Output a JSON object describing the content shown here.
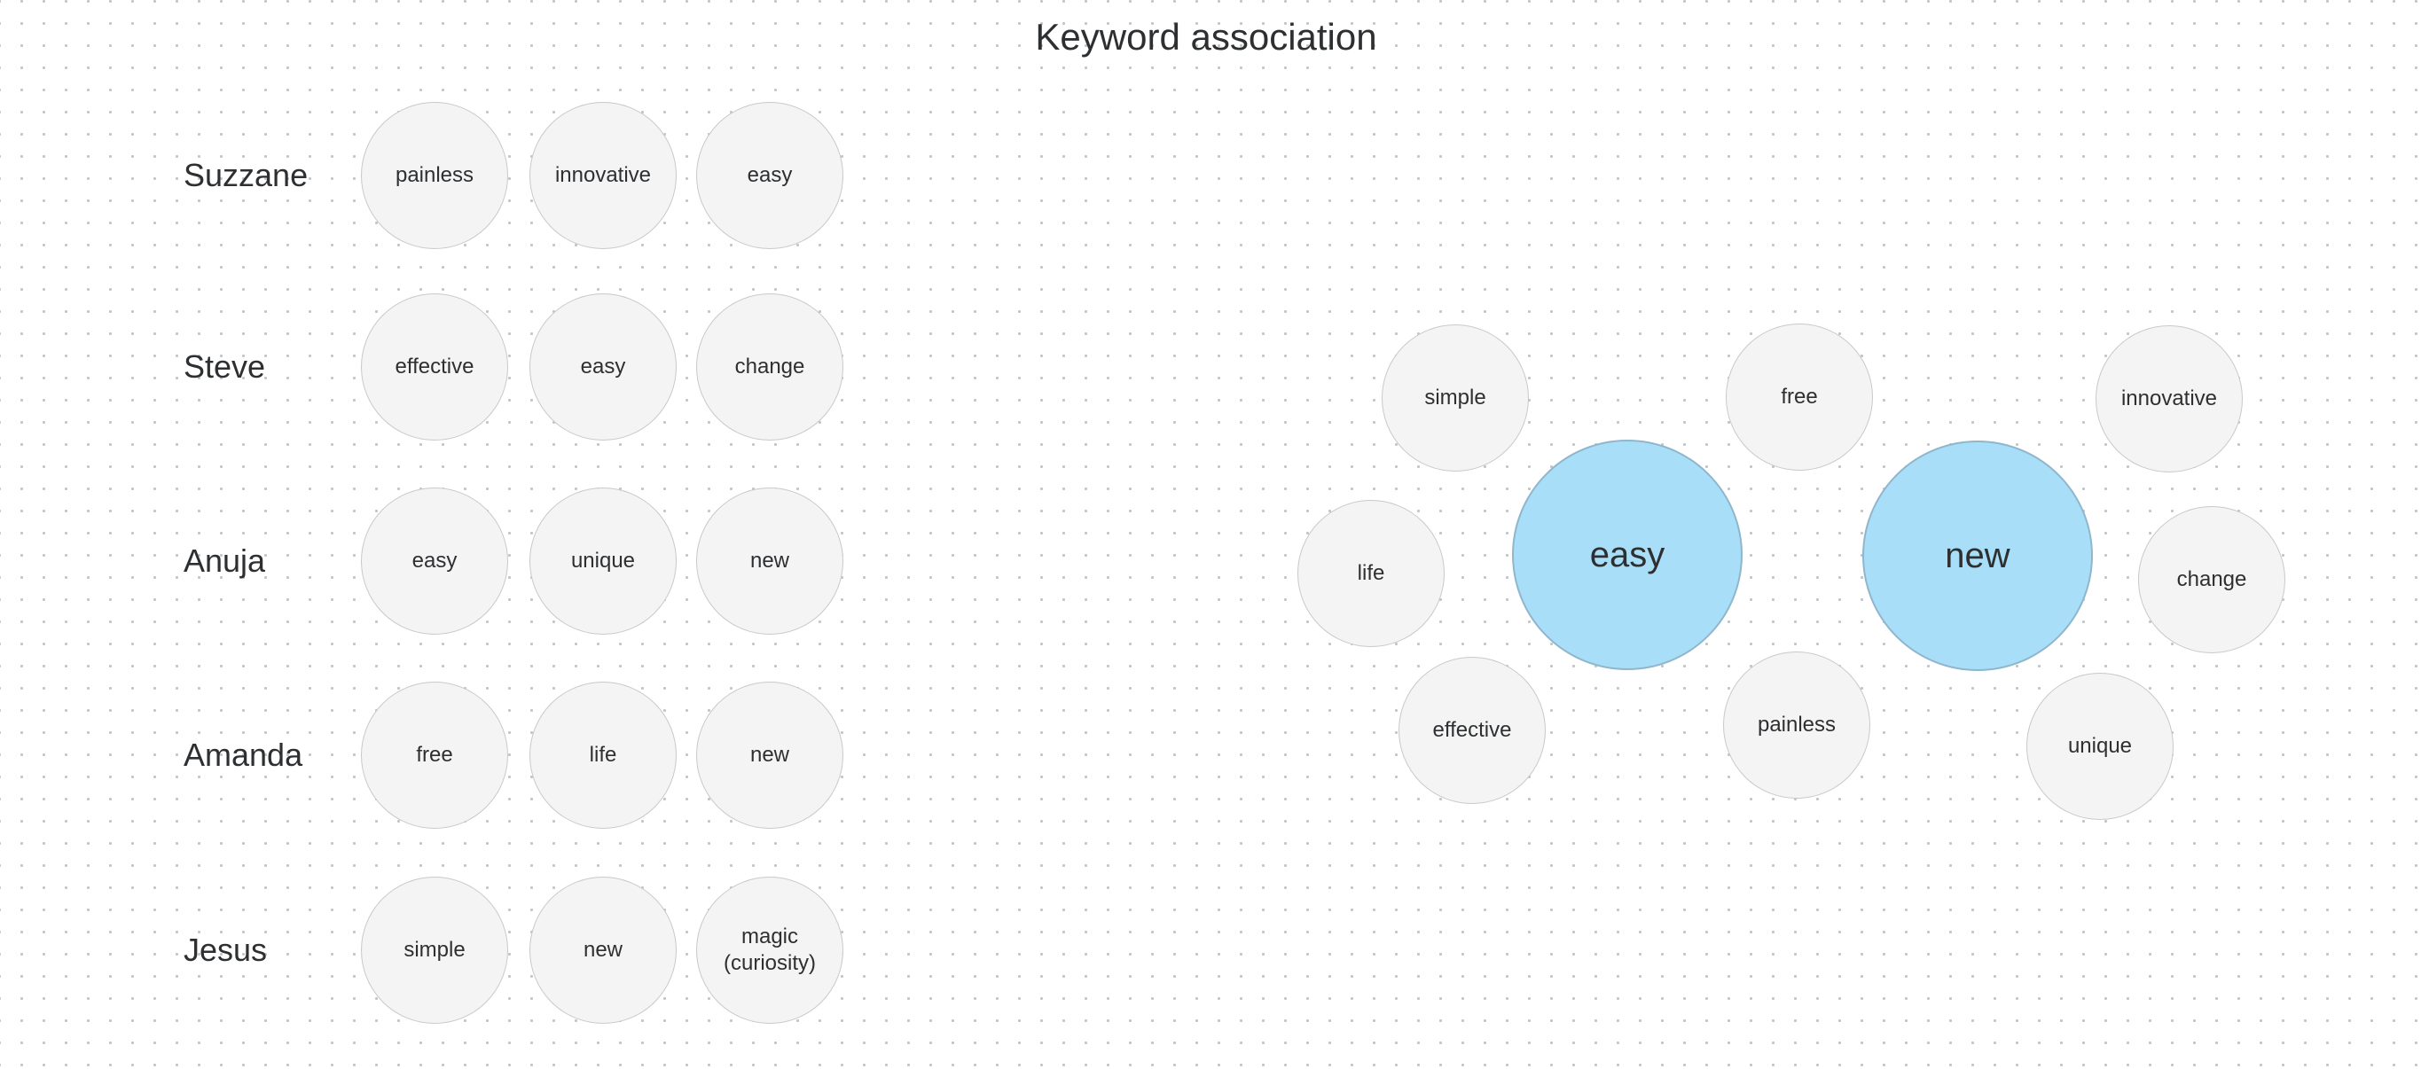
{
  "title": "Keyword association",
  "colors": {
    "text_color": "#2d2f31",
    "bubble_fill": "#f4f4f5",
    "bubble_border": "#c7c9cb",
    "highlight_fill": "#a8def8",
    "highlight_border": "#90b6cc",
    "dot_color": "#c2c5ca"
  },
  "rows": [
    {
      "name": "Suzzane",
      "keywords": [
        "painless",
        "innovative",
        "easy"
      ]
    },
    {
      "name": "Steve",
      "keywords": [
        "effective",
        "easy",
        "change"
      ]
    },
    {
      "name": "Anuja",
      "keywords": [
        "easy",
        "unique",
        "new"
      ]
    },
    {
      "name": "Amanda",
      "keywords": [
        "free",
        "life",
        "new"
      ]
    },
    {
      "name": "Jesus",
      "keywords": [
        "simple",
        "new",
        "magic (curiosity)"
      ]
    }
  ],
  "cluster": {
    "items": [
      {
        "label": "simple",
        "highlighted": false
      },
      {
        "label": "free",
        "highlighted": false
      },
      {
        "label": "innovative",
        "highlighted": false
      },
      {
        "label": "life",
        "highlighted": false
      },
      {
        "label": "easy",
        "highlighted": true
      },
      {
        "label": "new",
        "highlighted": true
      },
      {
        "label": "change",
        "highlighted": false
      },
      {
        "label": "effective",
        "highlighted": false
      },
      {
        "label": "painless",
        "highlighted": false
      },
      {
        "label": "unique",
        "highlighted": false
      }
    ]
  }
}
